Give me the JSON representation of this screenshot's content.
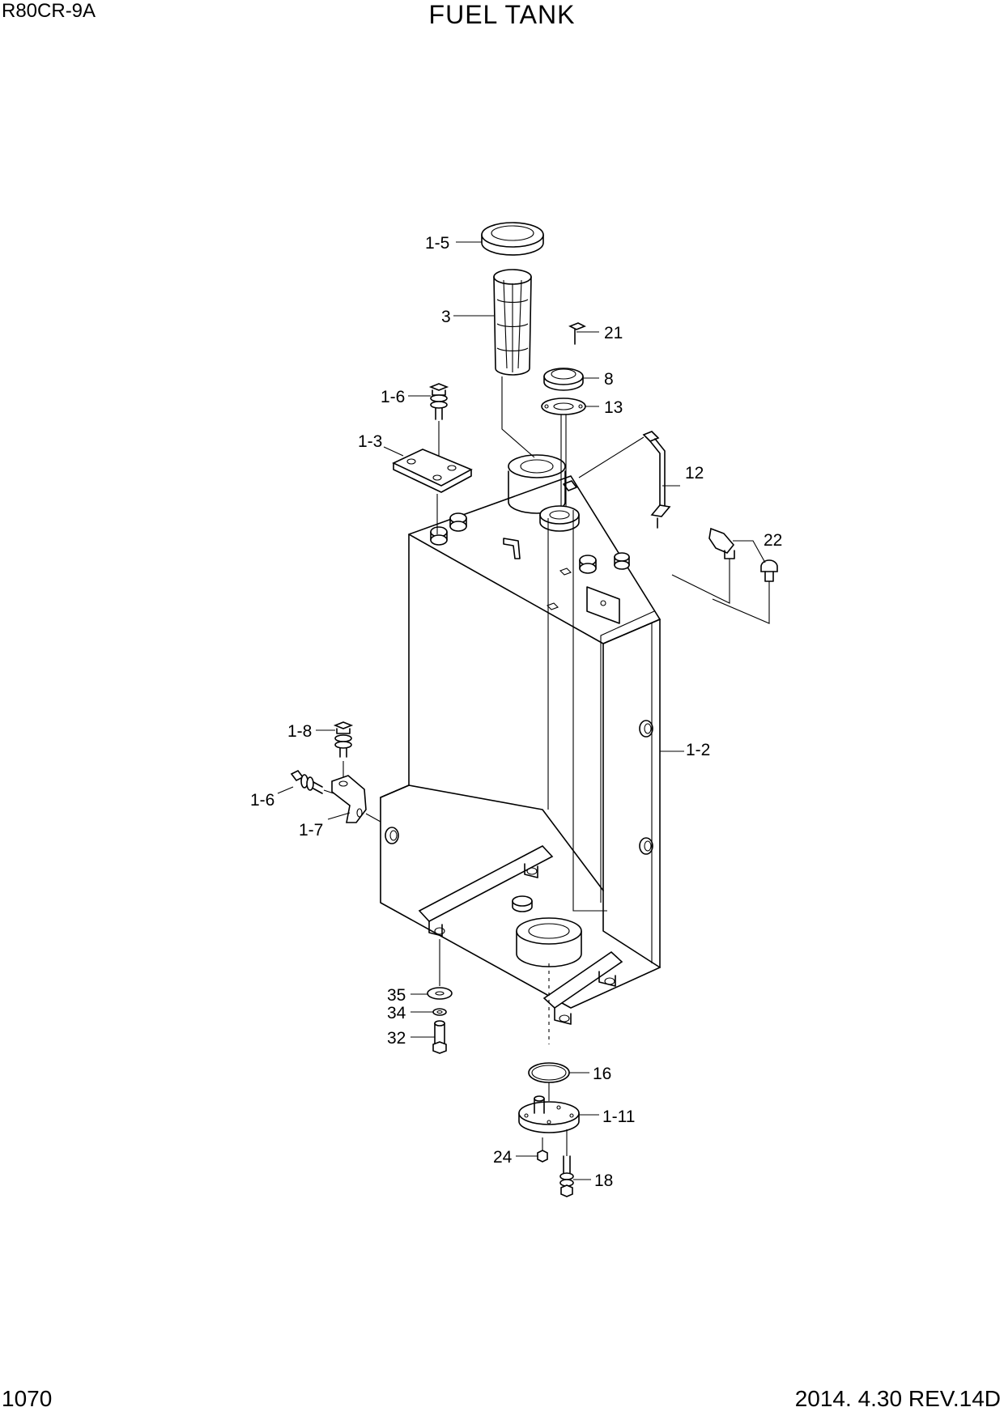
{
  "header": {
    "model": "R80CR-9A",
    "title": "FUEL TANK"
  },
  "footer": {
    "page_number": "1070",
    "revision": "2014. 4.30  REV.14D"
  },
  "callouts": {
    "c1_5": "1-5",
    "c3": "3",
    "c21": "21",
    "c8": "8",
    "c13": "13",
    "c1_6_top": "1-6",
    "c1_3": "1-3",
    "c12": "12",
    "c22": "22",
    "c1_8": "1-8",
    "c1_2": "1-2",
    "c1_6_left": "1-6",
    "c1_7": "1-7",
    "c35": "35",
    "c34": "34",
    "c32": "32",
    "c16": "16",
    "c1_11": "1-11",
    "c24": "24",
    "c18": "18"
  }
}
